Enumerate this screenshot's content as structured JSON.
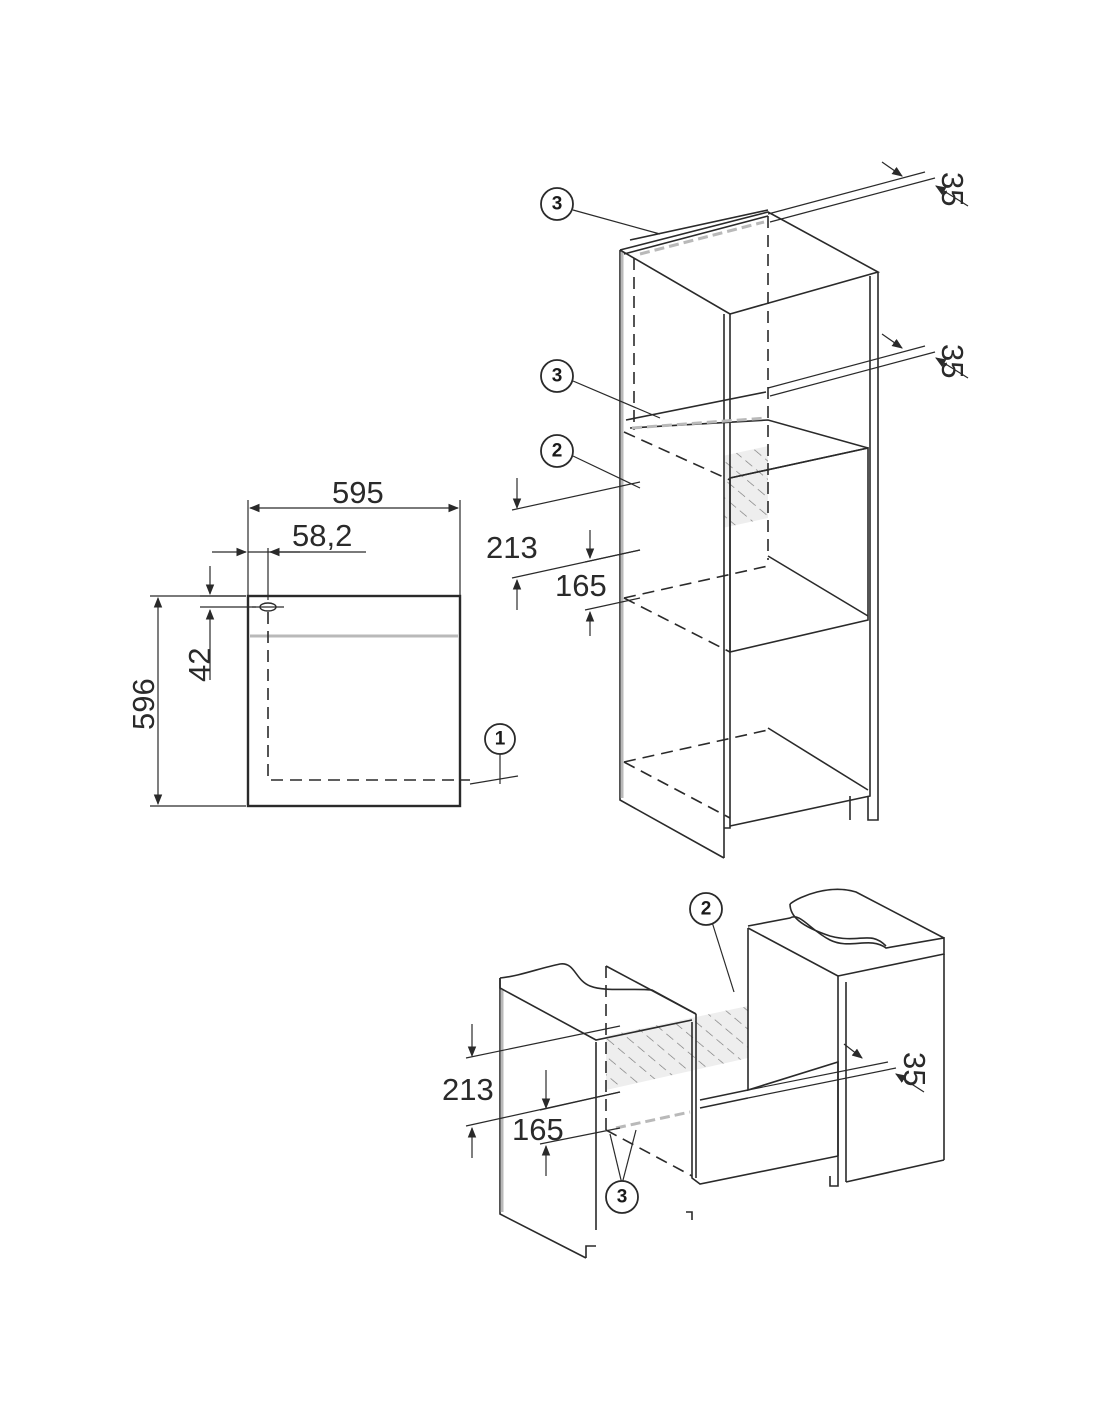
{
  "dimensions": {
    "front_width": "595",
    "front_height": "596",
    "connection_offset_x": "58,2",
    "connection_offset_y": "42",
    "tall_vent_top": "35",
    "tall_vent_mid": "35",
    "tall_opening_213": "213",
    "tall_opening_165": "165",
    "under_opening_213": "213",
    "under_opening_165": "165",
    "under_vent": "35"
  },
  "callouts": {
    "mains_connection": "1",
    "ventilation_opening": "2",
    "vent_cutout": "3"
  }
}
